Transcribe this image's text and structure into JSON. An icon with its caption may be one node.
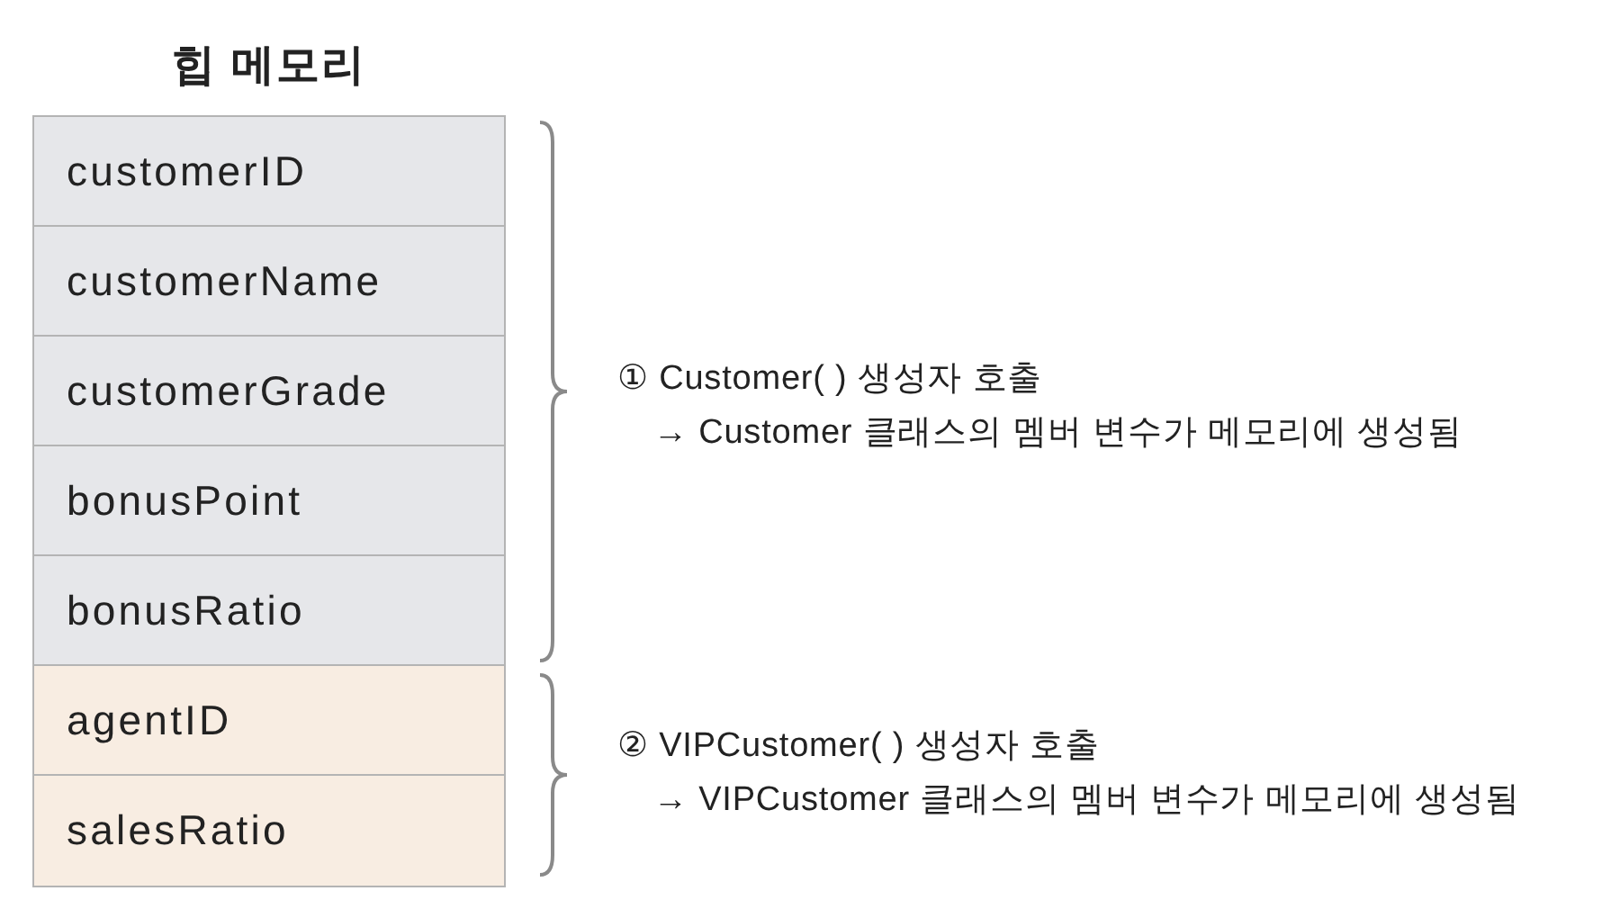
{
  "diagram": {
    "title": "힙 메모리",
    "nodes": [
      {
        "text": [
          "customerID"
        ]
      },
      {
        "text": [
          "customerName"
        ]
      },
      {
        "text": [
          "customerGrade"
        ]
      },
      {
        "text": [
          "bonusPoint"
        ]
      },
      {
        "text": [
          "bonusRatio"
        ]
      },
      {
        "text": [
          "agentID"
        ]
      },
      {
        "text": [
          "salesRatio"
        ]
      }
    ],
    "labels": [
      "① Customer( ) 생성자 호출",
      "→ Customer 클래스의 멤버 변수가 메모리에 생성됨",
      "② VIPCustomer( ) 생성자 호출",
      "→ VIPCustomer 클래스의 멤버 변수가 메모리에 생성됨"
    ]
  }
}
